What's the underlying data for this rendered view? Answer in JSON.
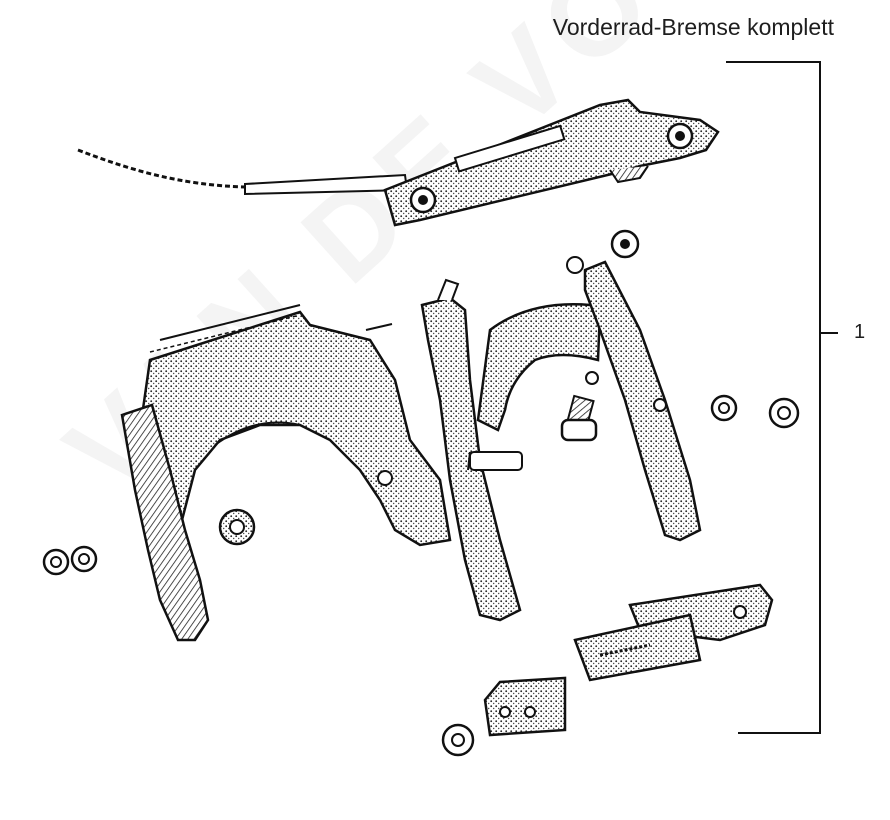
{
  "diagram": {
    "title": "Vorderrad-Bremse komplett",
    "callout": "1",
    "watermark": "VAN DE VOORDE"
  }
}
